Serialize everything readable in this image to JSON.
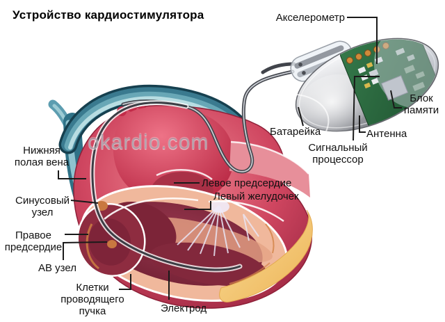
{
  "title": "Устройство кардиостимулятора",
  "watermark": "okardio.com",
  "labels": {
    "accelerometer": "Акселерометр",
    "memory_block": "Блок\nпамяти",
    "battery": "Батарейка",
    "antenna": "Антенна",
    "signal_processor": "Сигнальный\nпроцессор",
    "inferior_vena_cava": "Нижняя\nполая вена",
    "sinus_node": "Синусовый\nузел",
    "right_atrium": "Правое\nпредсердие",
    "av_node": "АВ узел",
    "bundle_cells": "Клетки\nпроводящего\nпучка",
    "electrode": "Электрод",
    "left_atrium": "Левое предсердие",
    "left_ventricle": "Левый желудочек"
  },
  "colors": {
    "background": "#ffffff",
    "label_text": "#111111",
    "pointer_line": "#1a1a1a",
    "heart_red": "#c0384f",
    "heart_dark_cavity": "#7c2438",
    "heart_wall_pink": "#f0b89c",
    "vein_teal": "#2f7287",
    "fat_yellow": "#f2c46a",
    "pcb_green": "#2a6b3c",
    "device_metal": "#b9bcc2",
    "wire_gray": "#41444b"
  }
}
